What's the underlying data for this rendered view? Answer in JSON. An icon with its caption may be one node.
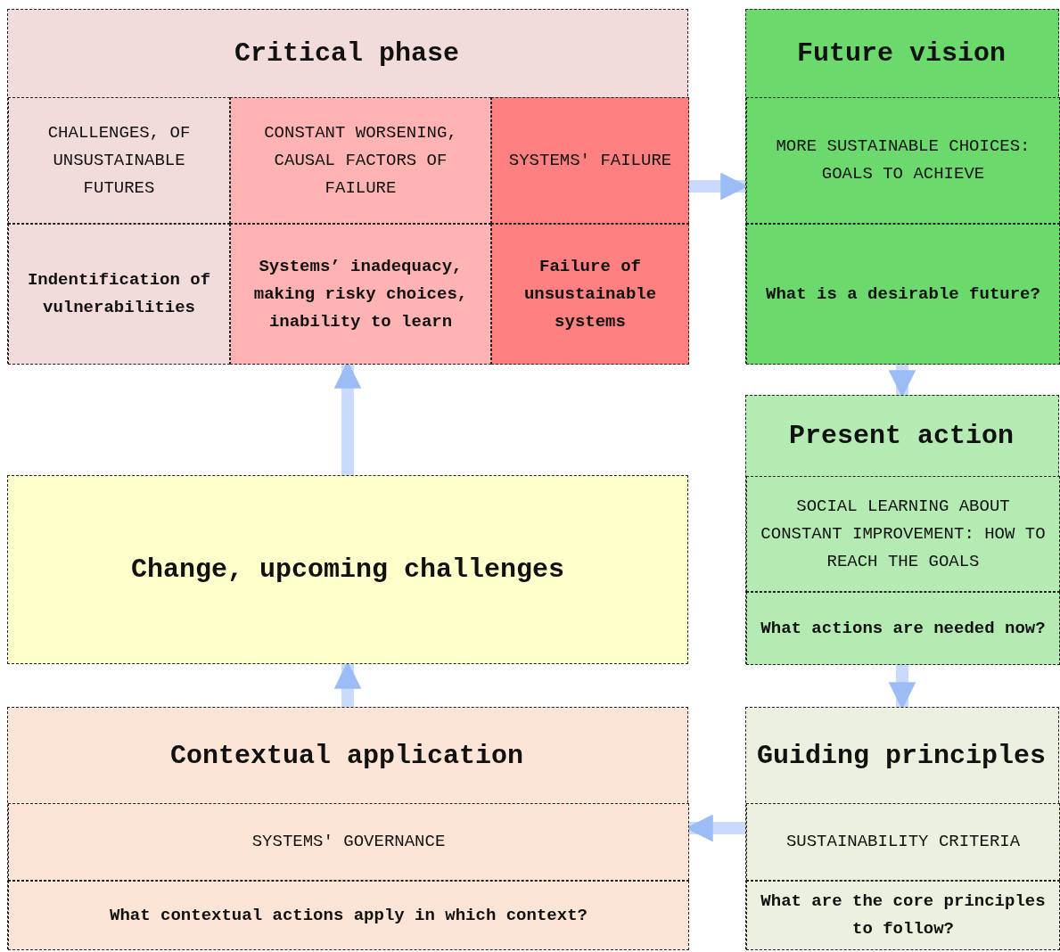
{
  "diagram": {
    "nodes": [
      {
        "text": [
          "Critical phase"
        ]
      },
      {
        "text": [
          "CHALLENGES, OF UNSUSTAINABLE FUTURES"
        ],
        "in": 0
      },
      {
        "text": [
          "CONSTANT WORSENING, CAUSAL FACTORS OF FAILURE"
        ],
        "in": 0
      },
      {
        "text": [
          "SYSTEMS' FAILURE"
        ],
        "in": 0
      },
      {
        "text": [
          "Indentification of vulnerabilities"
        ],
        "in": 0
      },
      {
        "text": [
          "Systems’ inadequacy, making risky choices, inability to learn"
        ],
        "in": 0
      },
      {
        "text": [
          "Failure of unsustainable systems"
        ],
        "in": 0
      },
      {
        "text": [
          "Future vision"
        ]
      },
      {
        "text": [
          "MORE SUSTAINABLE CHOICES: GOALS TO ACHIEVE"
        ],
        "in": 7
      },
      {
        "text": [
          "What is a desirable future?"
        ],
        "in": 7
      },
      {
        "text": [
          "Present action"
        ]
      },
      {
        "text": [
          "SOCIAL LEARNING ABOUT CONSTANT IMPROVEMENT: HOW TO REACH THE GOALS"
        ],
        "in": 10
      },
      {
        "text": [
          "What actions are needed now?"
        ],
        "in": 10
      },
      {
        "text": [
          "Guiding principles"
        ]
      },
      {
        "text": [
          "SUSTAINABILITY CRITERIA"
        ],
        "in": 13
      },
      {
        "text": [
          "What are the core principles to follow?"
        ],
        "in": 13
      },
      {
        "text": [
          "Contextual application"
        ]
      },
      {
        "text": [
          "SYSTEMS' GOVERNANCE"
        ],
        "in": 16
      },
      {
        "text": [
          "What contextual actions apply in which context?"
        ],
        "in": 16
      },
      {
        "text": [
          "Change, upcoming challenges"
        ]
      }
    ],
    "edges": [
      {
        "from": 0,
        "to": 7,
        "arrow": "to"
      },
      {
        "from": 7,
        "to": 10,
        "arrow": "to"
      },
      {
        "from": 10,
        "to": 13,
        "arrow": "to"
      },
      {
        "from": 13,
        "to": 16,
        "arrow": "to"
      },
      {
        "from": 16,
        "to": 19,
        "arrow": "to"
      },
      {
        "from": 19,
        "to": 0,
        "arrow": "to"
      }
    ]
  }
}
